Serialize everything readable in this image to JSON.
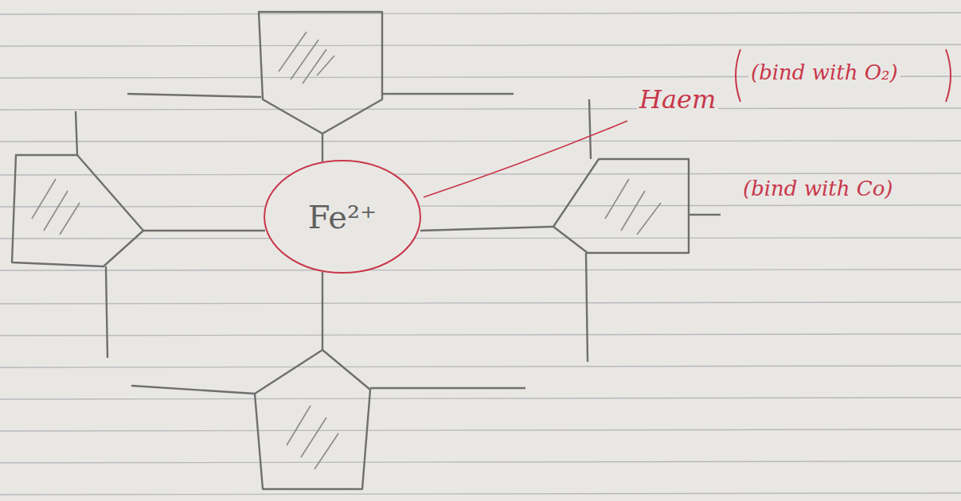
{
  "diagram": {
    "nodes": [
      {
        "text": [
          "Fe²⁺"
        ]
      }
    ],
    "labels": [
      "Haem",
      "(bind with O₂)",
      "(bind with Co)"
    ]
  }
}
